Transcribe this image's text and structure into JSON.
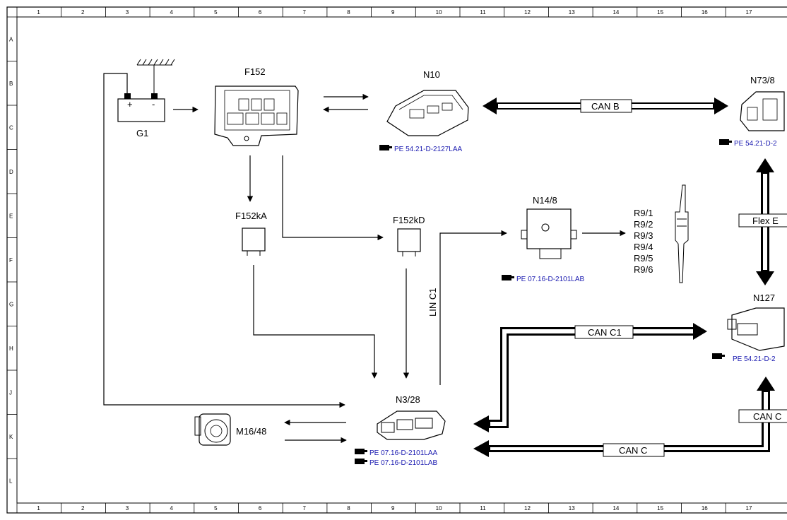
{
  "frame": {
    "columns": [
      "1",
      "2",
      "3",
      "4",
      "5",
      "6",
      "7",
      "8",
      "9",
      "10",
      "11",
      "12",
      "13",
      "14",
      "15",
      "16",
      "17"
    ],
    "rows": [
      "A",
      "B",
      "C",
      "D",
      "E",
      "F",
      "G",
      "H",
      "J",
      "K",
      "L"
    ]
  },
  "components": {
    "g1": "G1",
    "battery_plus": "+",
    "battery_minus": "-",
    "f152": "F152",
    "n10": "N10",
    "n73_8": "N73/8",
    "f152ka": "F152kA",
    "f152kd": "F152kD",
    "n14_8": "N14/8",
    "r9_list": [
      "R9/1",
      "R9/2",
      "R9/3",
      "R9/4",
      "R9/5",
      "R9/6"
    ],
    "n127": "N127",
    "n3_28": "N3/28",
    "m16_48": "M16/48"
  },
  "buses": {
    "can_b": "CAN B",
    "flex_e": "Flex E",
    "can_c1": "CAN C1",
    "can_c": "CAN C",
    "can_c_partial": "CAN C",
    "lin_c1": "LIN C1"
  },
  "refs": {
    "n10_ref": "PE 54.21-D-2127LAA",
    "n73_ref": "PE 54.21-D-2",
    "n14_ref": "PE 07.16-D-2101LAB",
    "n127_ref": "PE 54.21-D-2",
    "n3_ref1": "PE 07.16-D-2101LAA",
    "n3_ref2": "PE 07.16-D-2101LAB"
  },
  "icons": {
    "ref_icon": "pointing-hand-icon"
  }
}
